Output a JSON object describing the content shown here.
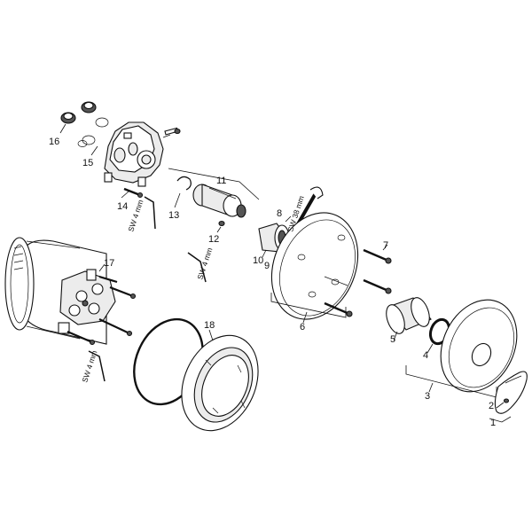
{
  "labels": {
    "p1": "1",
    "p2": "2",
    "p3": "3",
    "p4": "4",
    "p5": "5",
    "p6": "6",
    "p7": "7",
    "p8": "8",
    "p9": "9",
    "p10": "10",
    "p11": "11",
    "p12": "12",
    "p13": "13",
    "p14": "14",
    "p15": "15",
    "p16": "16",
    "p17": "17",
    "p18": "18"
  },
  "tool_sizes": {
    "sw4_a": "SW 4 mm",
    "sw4_b": "SW 4 mm",
    "sw4_c": "SW 4 mm",
    "sw38": "SW 38 mm"
  }
}
